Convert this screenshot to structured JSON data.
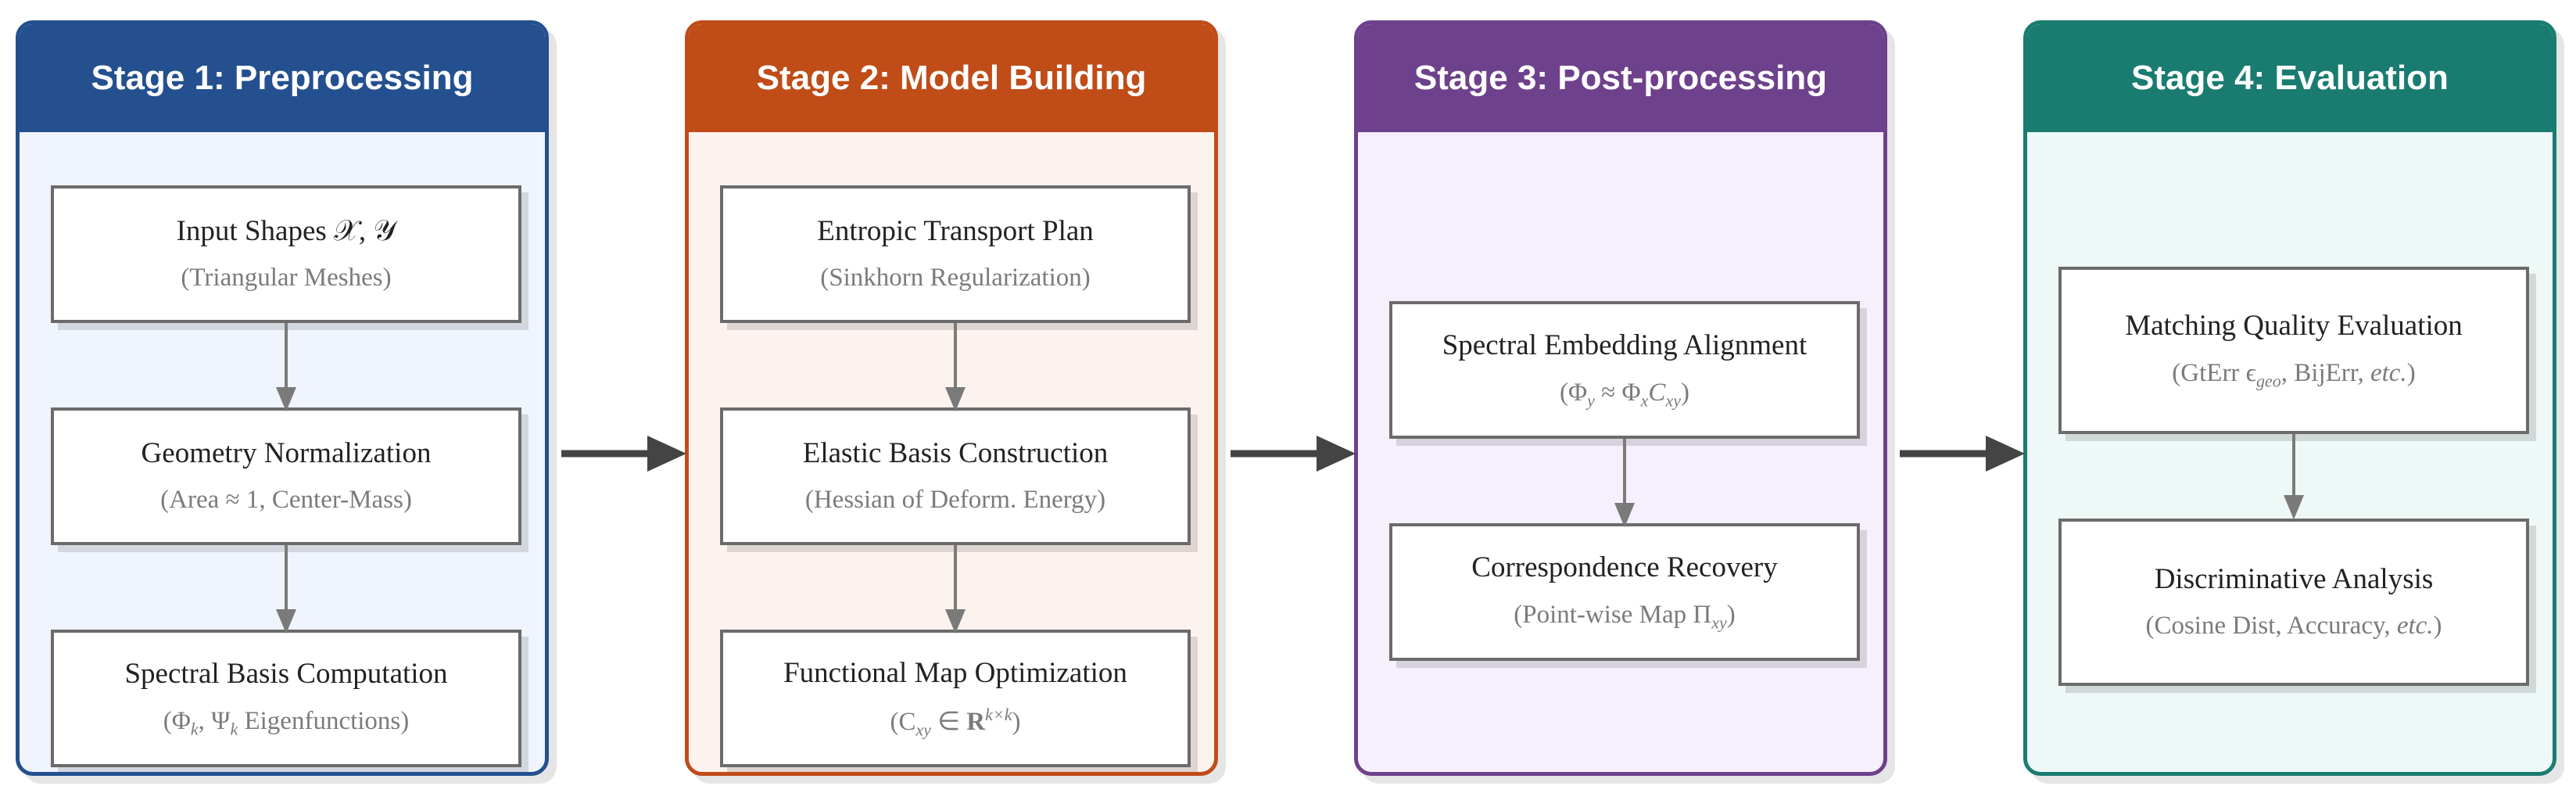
{
  "colors": {
    "stage1": "#24508f",
    "stage2": "#c04c18",
    "stage3": "#6e418c",
    "stage4": "#1a7c70",
    "stage1_bg": "#eff4fd",
    "stage2_bg": "#fdf3ee",
    "stage3_bg": "#f6f0fd",
    "stage4_bg": "#eef8f6",
    "arrow": "#444444",
    "connector": "#7a7a7a"
  },
  "stages": [
    {
      "title": "Stage 1: Preprocessing",
      "steps": [
        {
          "title": "Input Shapes 𝒳, 𝒴",
          "subtitle": "(Triangular Meshes)"
        },
        {
          "title": "Geometry Normalization",
          "subtitle": "(Area ≈ 1, Center-Mass)"
        },
        {
          "title": "Spectral Basis Computation",
          "subtitle_parts": [
            "(Φ",
            "k",
            ", Ψ",
            "k",
            " Eigenfunctions)"
          ]
        }
      ]
    },
    {
      "title": "Stage 2: Model Building",
      "steps": [
        {
          "title": "Entropic Transport Plan",
          "subtitle": "(Sinkhorn Regularization)"
        },
        {
          "title": "Elastic Basis Construction",
          "subtitle": "(Hessian of Deform. Energy)"
        },
        {
          "title": "Functional Map Optimization",
          "subtitle_parts": [
            "(C",
            "xy",
            " ∈ ",
            "R",
            "k×k",
            ")"
          ]
        }
      ]
    },
    {
      "title": "Stage 3: Post-processing",
      "steps": [
        {
          "title": "Spectral Embedding Alignment",
          "subtitle_parts": [
            "(Φ",
            "y",
            " ≈ Φ",
            "x",
            "C",
            "xy",
            ")"
          ]
        },
        {
          "title": "Correspondence Recovery",
          "subtitle_parts": [
            "(Point-wise Map Π",
            "xy",
            ")"
          ]
        }
      ]
    },
    {
      "title": "Stage 4: Evaluation",
      "steps": [
        {
          "title": "Matching Quality Evaluation",
          "subtitle_parts": [
            "(GtErr ϵ",
            "geo",
            ", BijErr, ",
            "etc.",
            ")"
          ]
        },
        {
          "title": "Discriminative Analysis",
          "subtitle_parts": [
            "(Cosine Dist, Accuracy, ",
            "etc.",
            ")"
          ]
        }
      ]
    }
  ]
}
